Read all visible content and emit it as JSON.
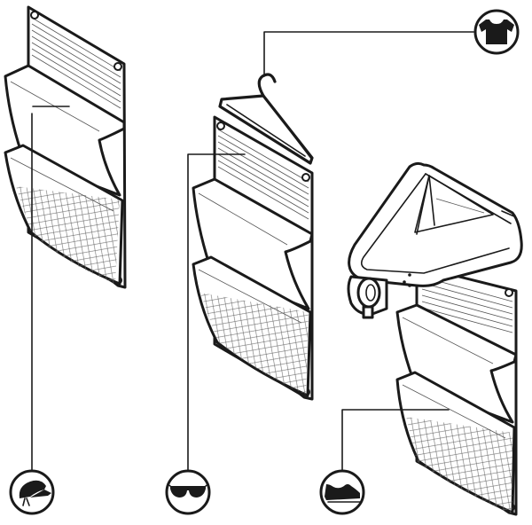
{
  "figure": {
    "variants": [
      {
        "id": "wall",
        "icon": "cap-icon"
      },
      {
        "id": "hanger",
        "icon": "sunglasses-icon"
      },
      {
        "id": "clamp",
        "icon": "shoe-icon"
      }
    ],
    "top_icon": "tshirt-icon",
    "colors": {
      "stroke": "#1a1a1a",
      "background": "#ffffff"
    }
  }
}
